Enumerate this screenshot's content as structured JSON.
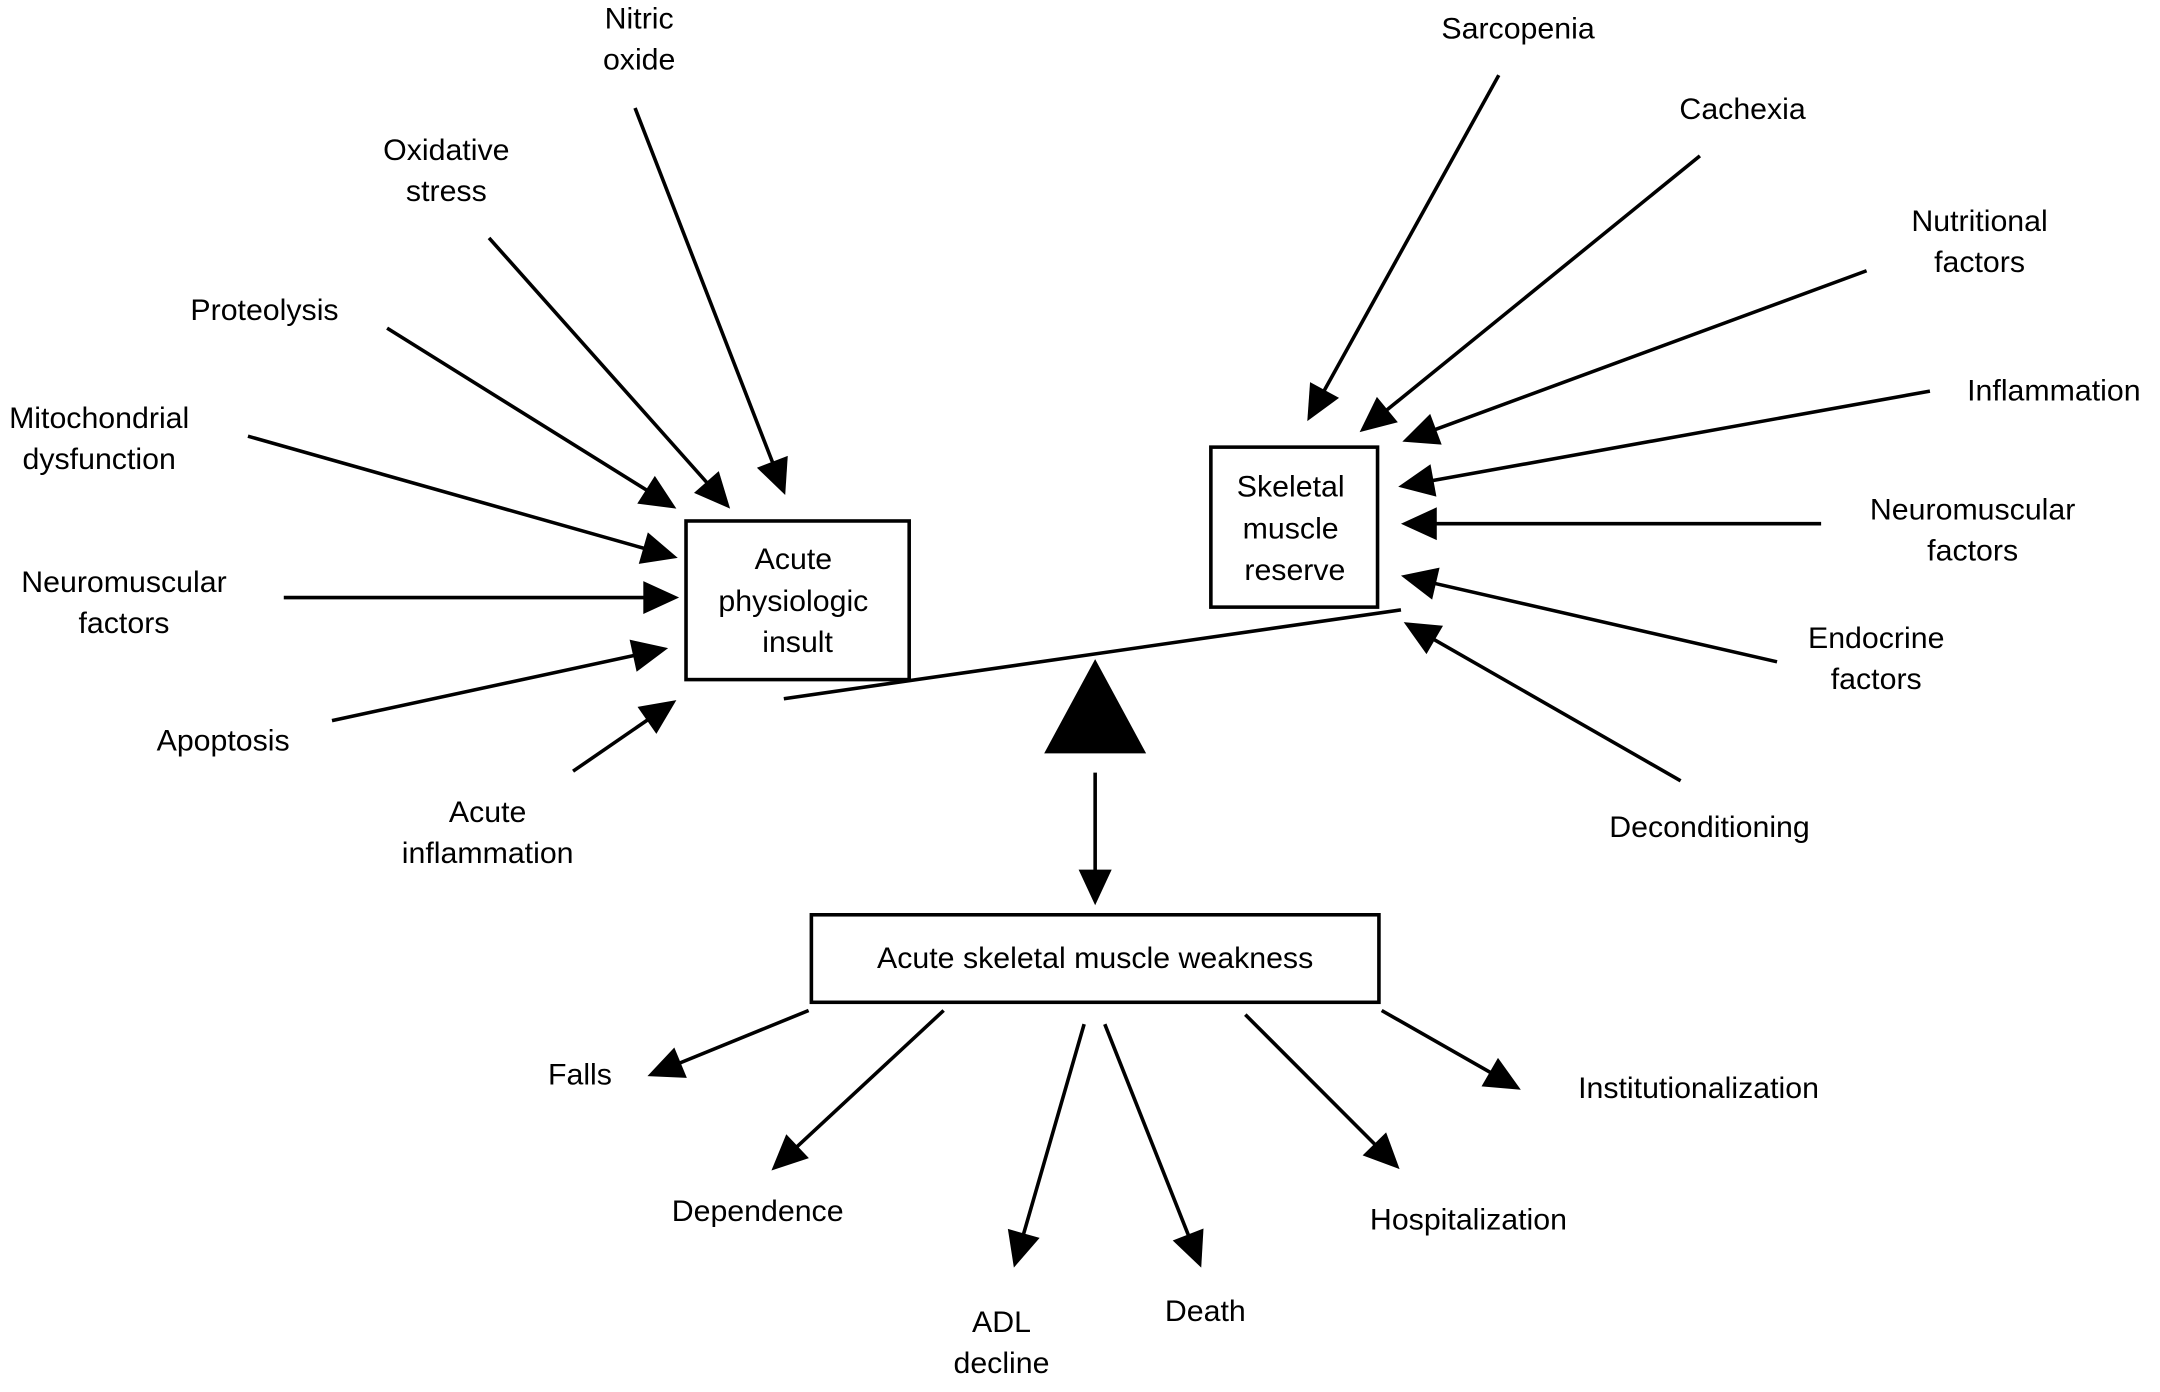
{
  "title": "Acute skeletal muscle weakness — balance of acute physiologic insult vs skeletal muscle reserve",
  "colors": {
    "ink": "#000000",
    "background": "#ffffff"
  },
  "boxes": {
    "insult": {
      "lines": [
        "Acute",
        "physiologic",
        "insult"
      ]
    },
    "reserve": {
      "lines": [
        "Skeletal",
        "muscle",
        "reserve"
      ]
    },
    "weakness": {
      "lines": [
        "Acute skeletal muscle weakness"
      ]
    }
  },
  "insult_factors": [
    {
      "id": "nitric-oxide",
      "lines": [
        "Nitric",
        "oxide"
      ]
    },
    {
      "id": "oxidative-stress",
      "lines": [
        "Oxidative",
        "stress"
      ]
    },
    {
      "id": "proteolysis",
      "lines": [
        "Proteolysis"
      ]
    },
    {
      "id": "mitochondrial-dysfunction",
      "lines": [
        "Mitochondrial",
        "dysfunction"
      ]
    },
    {
      "id": "neuromuscular-factors-left",
      "lines": [
        "Neuromuscular",
        "factors"
      ]
    },
    {
      "id": "apoptosis",
      "lines": [
        "Apoptosis"
      ]
    },
    {
      "id": "acute-inflammation",
      "lines": [
        "Acute",
        "inflammation"
      ]
    }
  ],
  "reserve_factors": [
    {
      "id": "sarcopenia",
      "lines": [
        "Sarcopenia"
      ]
    },
    {
      "id": "cachexia",
      "lines": [
        "Cachexia"
      ]
    },
    {
      "id": "nutritional-factors",
      "lines": [
        "Nutritional",
        "factors"
      ]
    },
    {
      "id": "inflammation",
      "lines": [
        "Inflammation"
      ]
    },
    {
      "id": "neuromuscular-factors-right",
      "lines": [
        "Neuromuscular",
        "factors"
      ]
    },
    {
      "id": "endocrine-factors",
      "lines": [
        "Endocrine",
        "factors"
      ]
    },
    {
      "id": "deconditioning",
      "lines": [
        "Deconditioning"
      ]
    }
  ],
  "outcomes": [
    {
      "id": "falls",
      "lines": [
        "Falls"
      ]
    },
    {
      "id": "dependence",
      "lines": [
        "Dependence"
      ]
    },
    {
      "id": "adl-decline",
      "lines": [
        "ADL",
        "decline"
      ]
    },
    {
      "id": "death",
      "lines": [
        "Death"
      ]
    },
    {
      "id": "hospitalization",
      "lines": [
        "Hospitalization"
      ]
    },
    {
      "id": "institutionalization",
      "lines": [
        "Institutionalization"
      ]
    }
  ],
  "icons": {
    "fulcrum": "filled-triangle-icon",
    "arrow": "arrowhead-icon"
  }
}
